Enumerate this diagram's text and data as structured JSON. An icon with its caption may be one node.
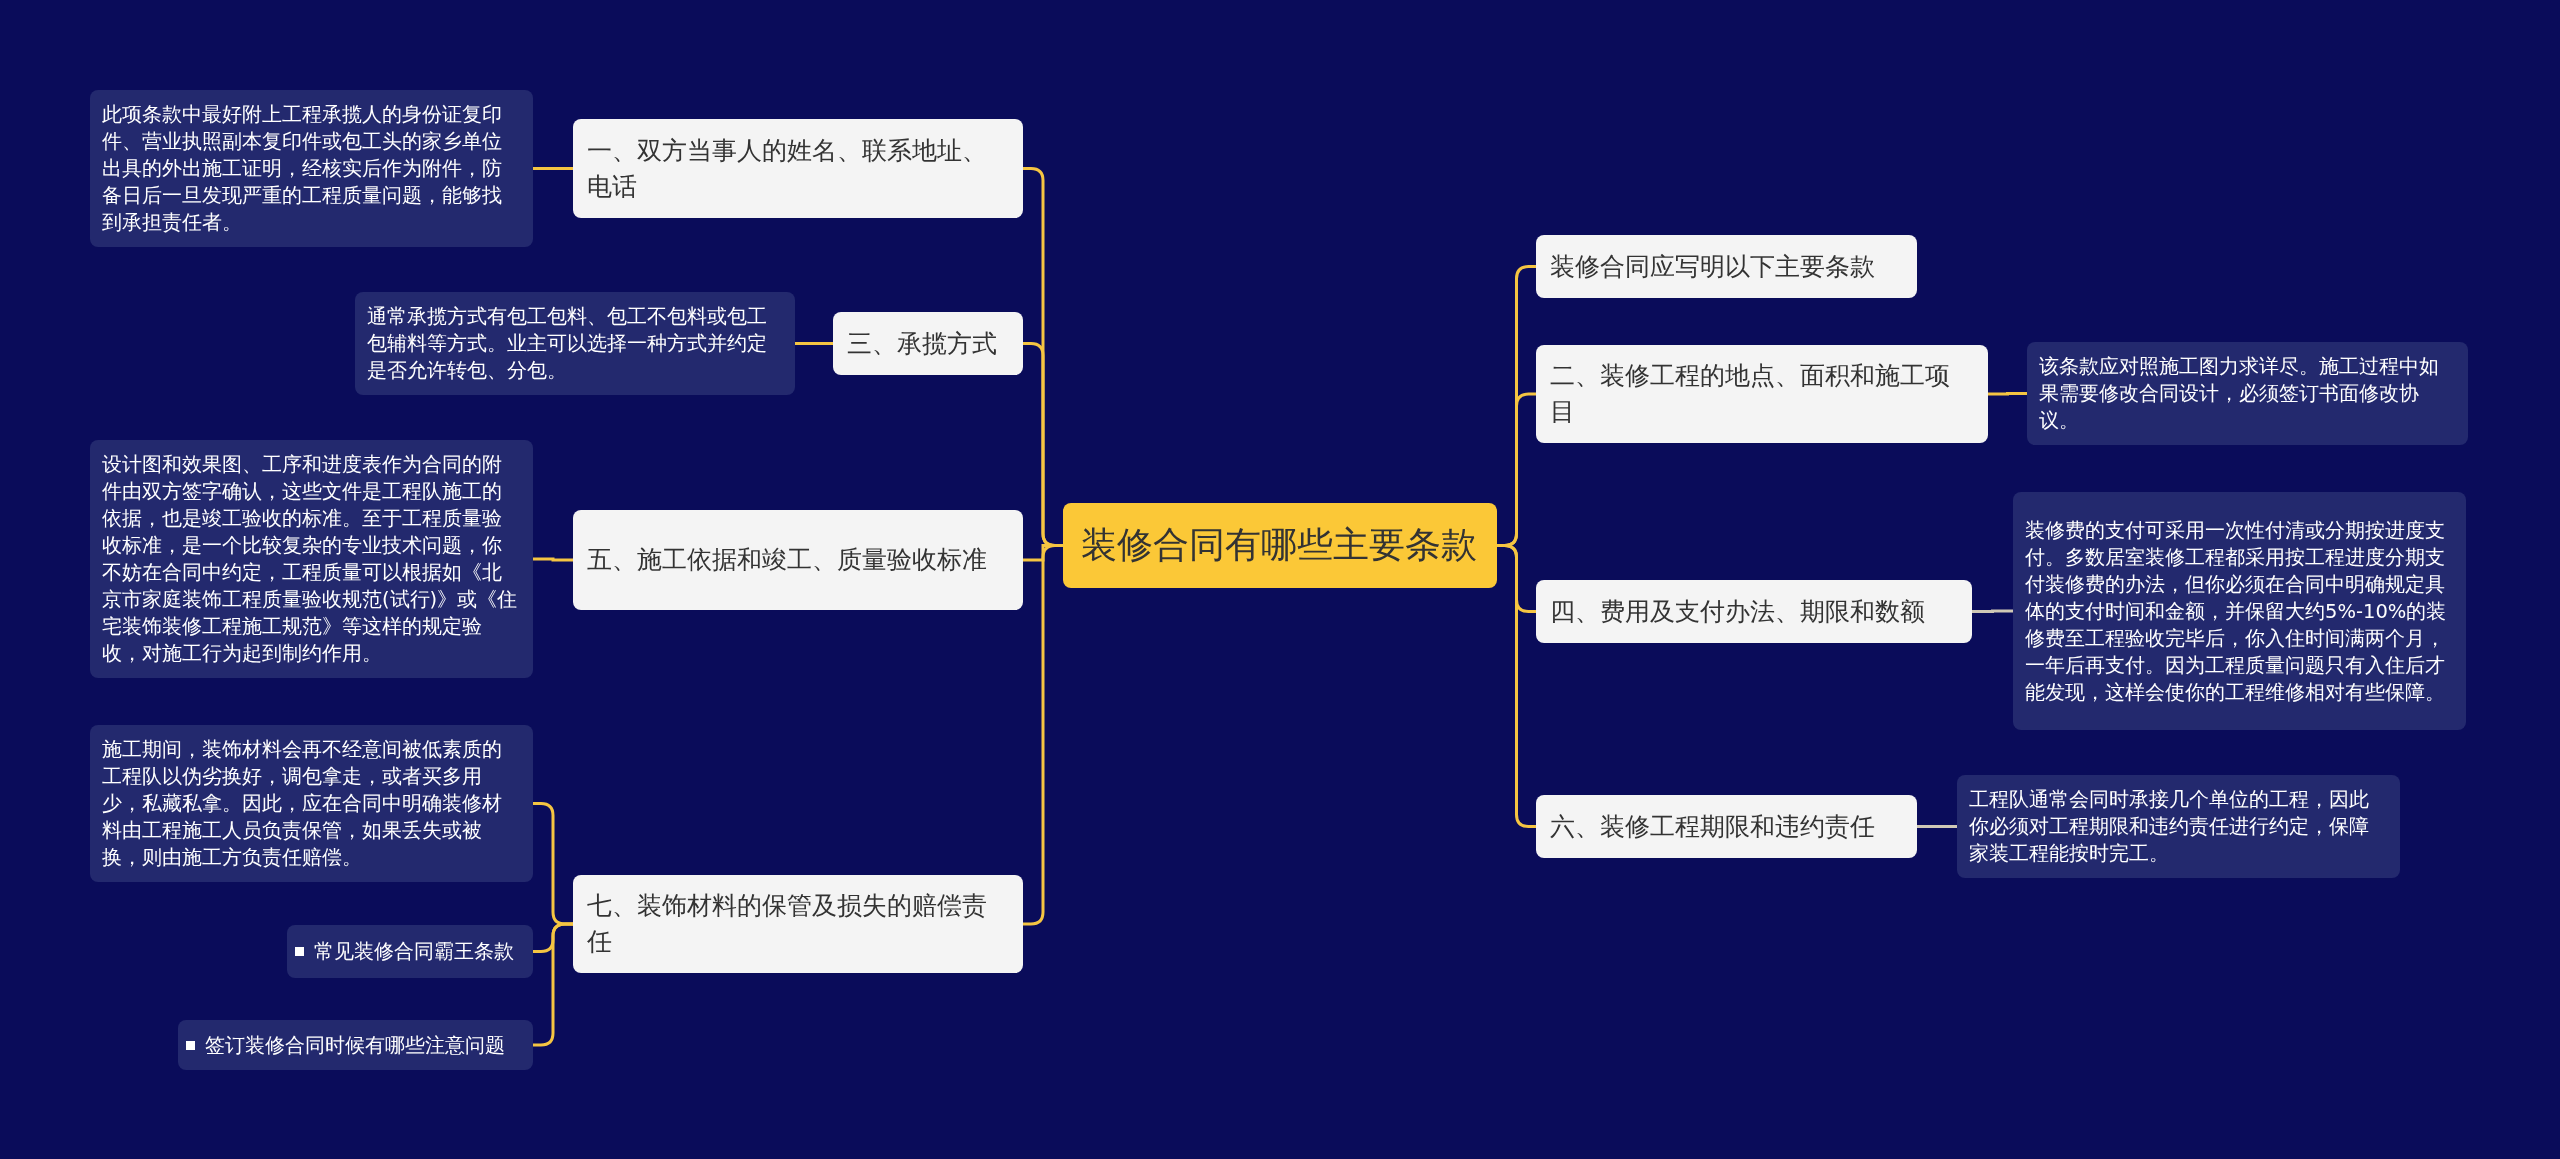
{
  "diagram": {
    "nodes": [
      {
        "text": [
          "装修合同有哪些主要条款"
        ]
      },
      {
        "text": [
          "一、双方当事人的姓名、联系地址、电话"
        ]
      },
      {
        "text": [
          "此项条款中最好附上工程承揽人的身份证复印件、营业执照副本复印件或包工头的家乡单位出具的外出施工证明，经核实后作为附件，防备日后一旦发现严重的工程质量问题，能够找到承担责任者。"
        ]
      },
      {
        "text": [
          "三、承揽方式"
        ]
      },
      {
        "text": [
          "通常承揽方式有包工包料、包工不包料或包工包辅料等方式。业主可以选择一种方式并约定是否允许转包、分包。"
        ]
      },
      {
        "text": [
          "五、施工依据和竣工、质量验收标准"
        ]
      },
      {
        "text": [
          "设计图和效果图、工序和进度表作为合同的附件由双方签字确认，这些文件是工程队施工的依据，也是竣工验收的标准。至于工程质量验收标准，是一个比较复杂的专业技术问题，你不妨在合同中约定，工程质量可以根据如《北京市家庭装饰工程质量验收规范(试行)》或《住宅装饰装修工程施工规范》等这样的规定验收，对施工行为起到制约作用。"
        ]
      },
      {
        "text": [
          "七、装饰材料的保管及损失的赔偿责任"
        ]
      },
      {
        "text": [
          "施工期间，装饰材料会再不经意间被低素质的工程队以伪劣换好，调包拿走，或者买多用少，私藏私拿。因此，应在合同中明确装修材料由工程施工人员负责保管，如果丢失或被换，则由施工方负责任赔偿。"
        ]
      },
      {
        "text": [
          "常见装修合同霸王条款"
        ]
      },
      {
        "text": [
          "签订装修合同时候有哪些注意问题"
        ]
      },
      {
        "text": [
          "装修合同应写明以下主要条款"
        ]
      },
      {
        "text": [
          "二、装修工程的地点、面积和施工项目"
        ]
      },
      {
        "text": [
          "该条款应对照施工图力求详尽。施工过程中如果需要修改合同设计，必须签订书面修改协议。"
        ]
      },
      {
        "text": [
          "四、费用及支付办法、期限和数额"
        ]
      },
      {
        "text": [
          "装修费的支付可采用一次性付清或分期按进度支付。多数居室装修工程都采用按工程进度分期支付装修费的办法，但你必须在合同中明确规定具体的支付时间和金额，并保留大约5%-10%的装修费至工程验收完毕后，你入住时间满两个月，一年后再支付。因为工程质量问题只有入住后才能发现，这样会使你的工程维修相对有些保障。"
        ]
      },
      {
        "text": [
          "六、装修工程期限和违约责任"
        ]
      },
      {
        "text": [
          "工程队通常会同时承接几个单位的工程，因此你必须对工程期限和违约责任进行约定，保障家装工程能按时完工。"
        ]
      }
    ],
    "edges": [
      {
        "from": 0,
        "to": 1,
        "arrow": "none"
      },
      {
        "from": 0,
        "to": 3,
        "arrow": "none"
      },
      {
        "from": 0,
        "to": 5,
        "arrow": "none"
      },
      {
        "from": 0,
        "to": 7,
        "arrow": "none"
      },
      {
        "from": 0,
        "to": 11,
        "arrow": "none"
      },
      {
        "from": 0,
        "to": 12,
        "arrow": "none"
      },
      {
        "from": 0,
        "to": 14,
        "arrow": "none"
      },
      {
        "from": 0,
        "to": 16,
        "arrow": "none"
      },
      {
        "from": 1,
        "to": 2,
        "arrow": "none"
      },
      {
        "from": 3,
        "to": 4,
        "arrow": "none"
      },
      {
        "from": 5,
        "to": 6,
        "arrow": "none"
      },
      {
        "from": 7,
        "to": 8,
        "arrow": "none"
      },
      {
        "from": 7,
        "to": 9,
        "arrow": "none"
      },
      {
        "from": 7,
        "to": 10,
        "arrow": "none"
      },
      {
        "from": 12,
        "to": 13,
        "arrow": "none"
      },
      {
        "from": 14,
        "to": 15,
        "arrow": "none",
        "color": "#cfc8b6"
      },
      {
        "from": 16,
        "to": 17,
        "arrow": "none",
        "color": "#cfc8b6"
      }
    ]
  }
}
